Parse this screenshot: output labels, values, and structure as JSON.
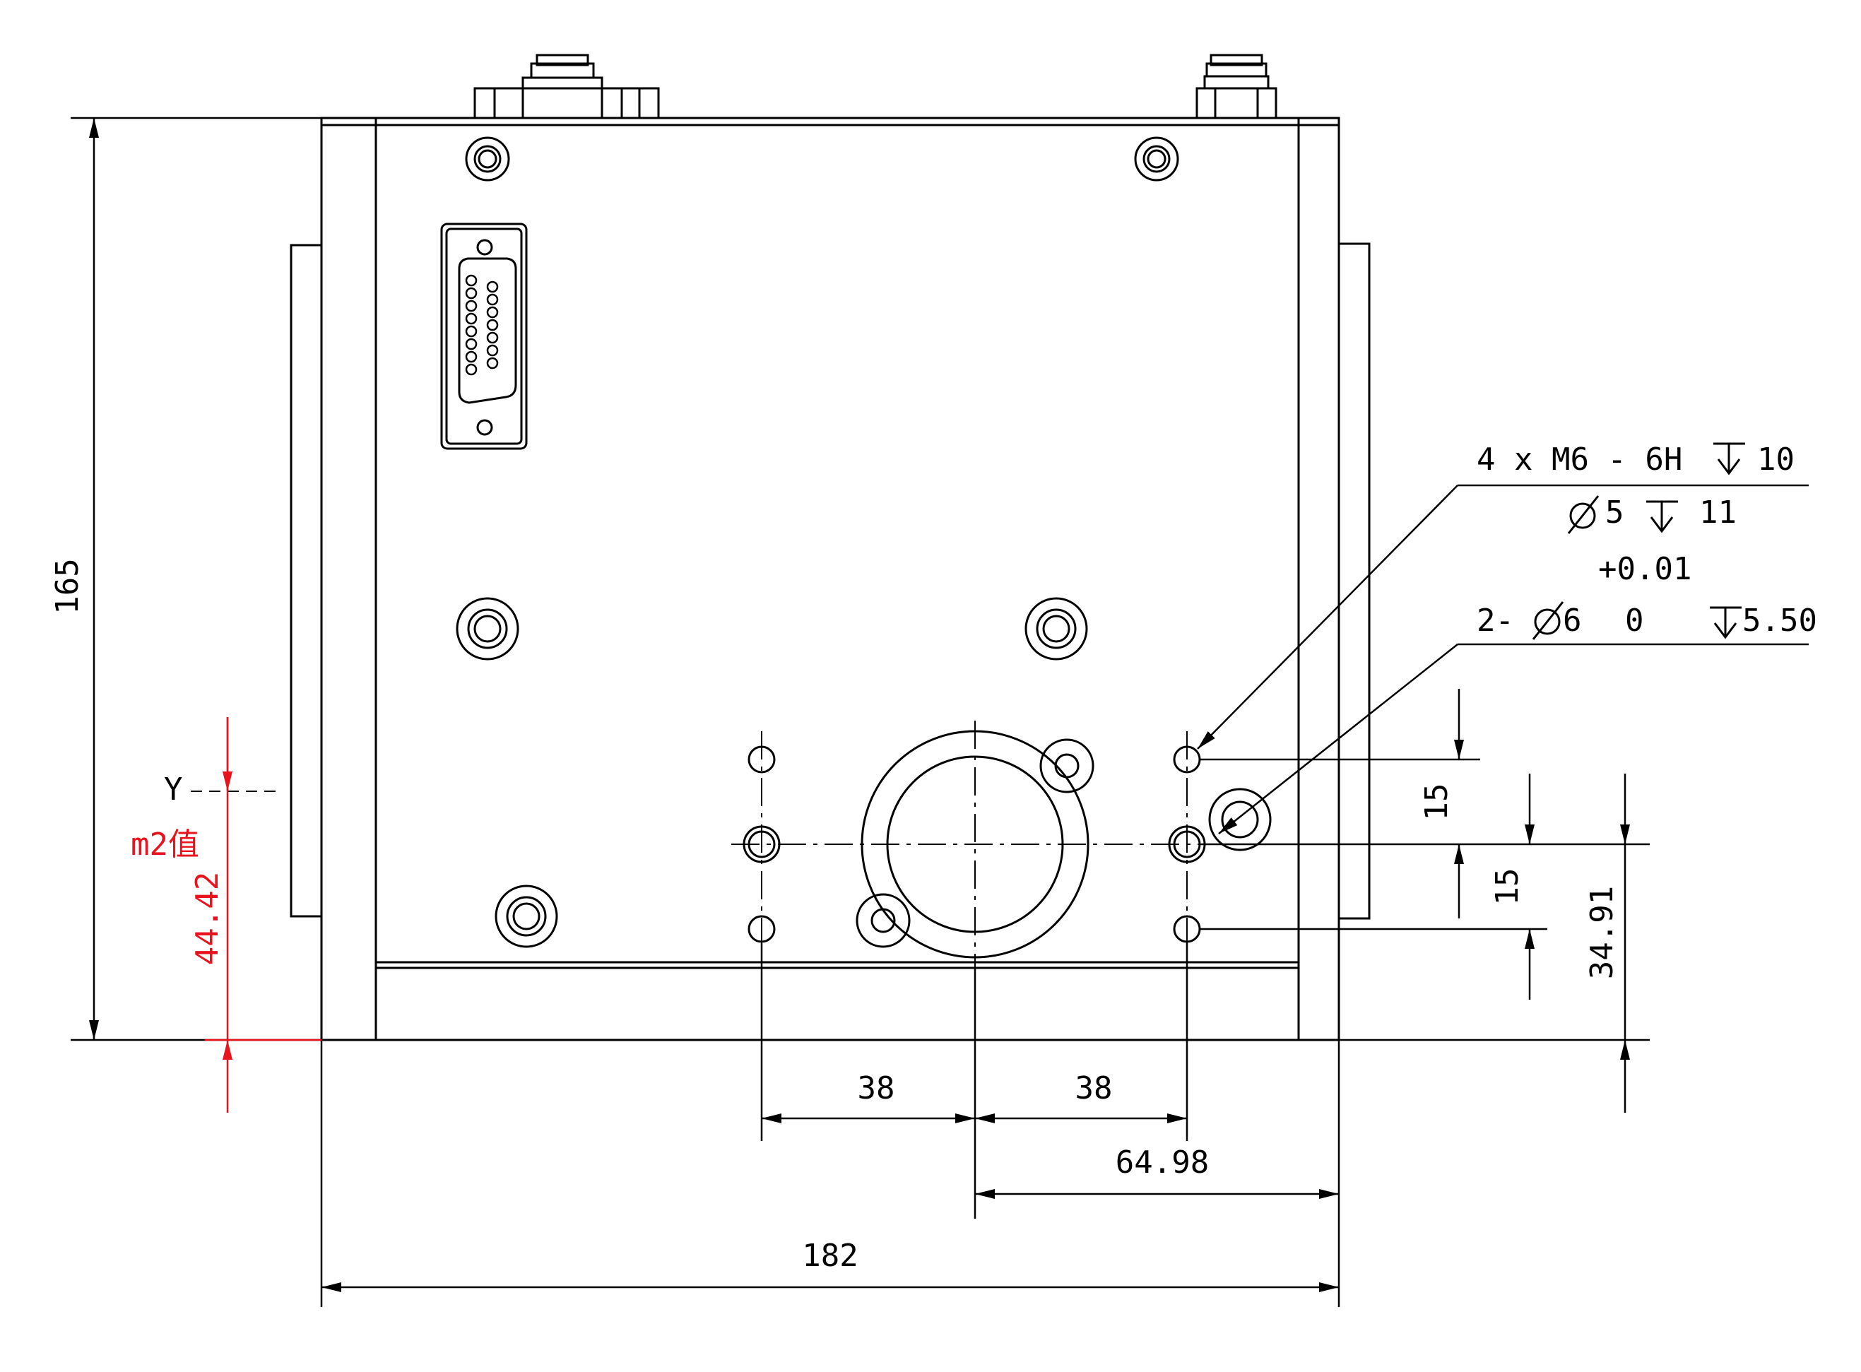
{
  "colors": {
    "line": "#000000",
    "annotation": "#e8131c",
    "background": "#ffffff"
  },
  "dimensions": {
    "overall_height": "165",
    "overall_width": "182",
    "hole_spacing_left": "38",
    "hole_spacing_right": "38",
    "offset_right": "64.98",
    "vertical_spacing_upper": "15",
    "vertical_spacing_lower": "15",
    "center_height": "34.91"
  },
  "callouts": {
    "thread_line1": "4 x  M6 - 6H",
    "thread_depth1": "10",
    "thread_line2_diameter": "5",
    "thread_depth2": "11",
    "tolerance": "+0.01",
    "pin_prefix": "2-",
    "pin_diameter": "6",
    "pin_tolerance_low": "0",
    "pin_depth": "5.50"
  },
  "reference": {
    "axis_label": "Y",
    "m2_label": "m2值",
    "m2_value": "44.42"
  }
}
